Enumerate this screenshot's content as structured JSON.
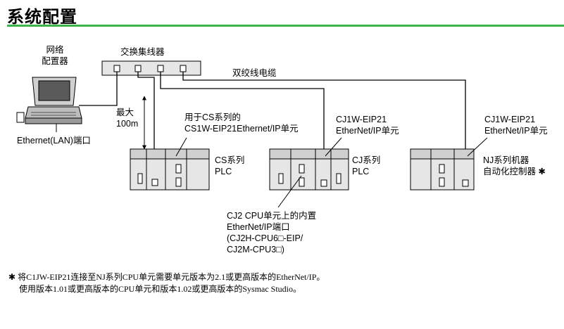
{
  "title": "系统配置",
  "labels": {
    "network_config": [
      "网络",
      "配置器"
    ],
    "ethernet_port": "Ethernet(LAN)端口",
    "switching_hub": "交换集线器",
    "twisted_pair": "双绞线电缆",
    "max_distance": [
      "最大",
      "100m"
    ],
    "cs_unit": [
      "用于CS系列的",
      "CS1W-EIP21Ethernet/IP单元"
    ],
    "cj_unit": [
      "CJ1W-EIP21",
      "EtherNet/IP单元"
    ],
    "nj_unit": [
      "CJ1W-EIP21",
      "EtherNet/IP单元"
    ],
    "cs_plc": [
      "CS系列",
      "PLC"
    ],
    "cj_plc": [
      "CJ系列",
      "PLC"
    ],
    "nj_controller": [
      "NJ系列机器",
      "自动化控制器 ✱"
    ],
    "cj2_port": [
      "CJ2 CPU单元上的内置",
      "EtherNet/IP端口",
      "(CJ2H-CPU6□-EIP/",
      " CJ2M-CPU3□)"
    ]
  },
  "footnote": {
    "mark": "✱",
    "line1": "将C1JW-EIP21连接至NJ系列CPU单元需要单元版本为2.1或更高版本的EtherNet/IP。",
    "line2": "使用版本1.01或更高版本的CPU单元和版本1.02或更高版本的Sysmac Studio。"
  },
  "colors": {
    "accent_rule": "#39b54a",
    "equipment_fill": "#e6e6e6"
  }
}
